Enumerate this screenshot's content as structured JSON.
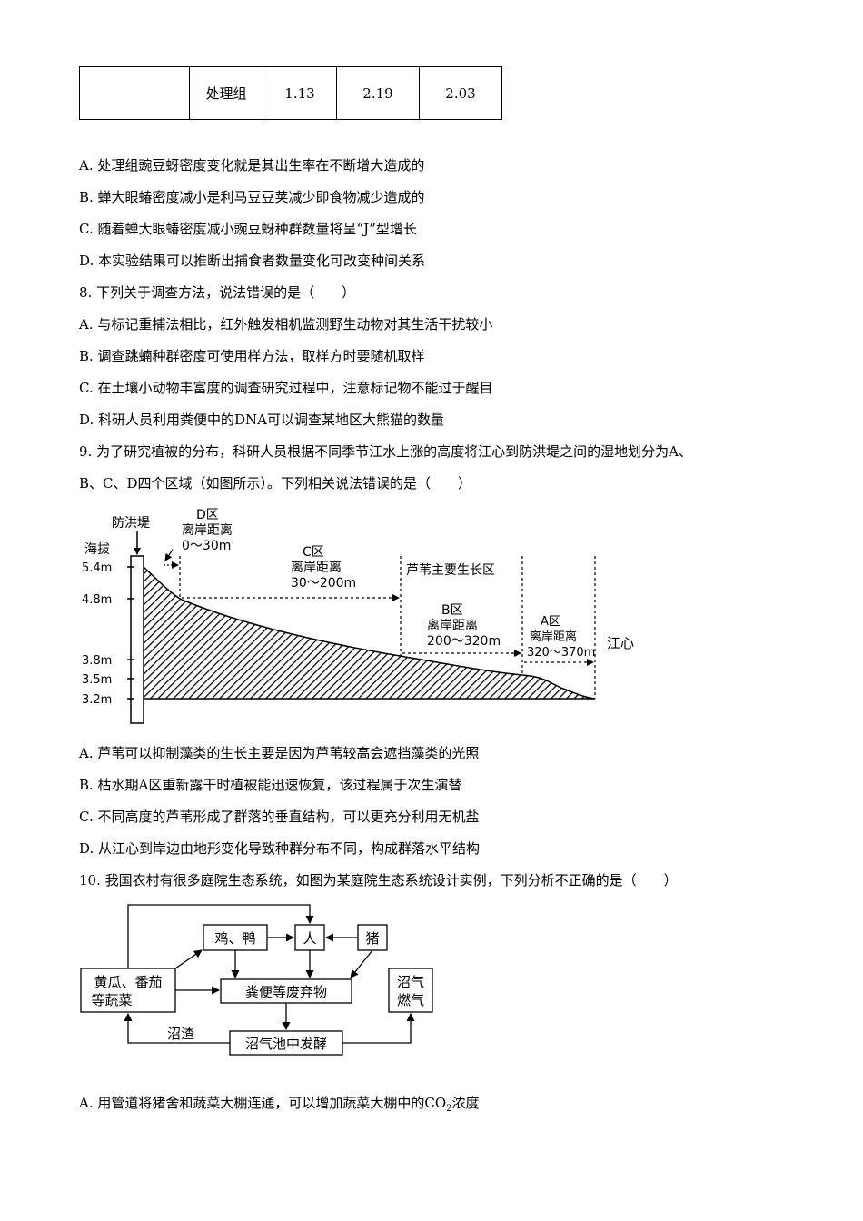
{
  "table": {
    "row": [
      "",
      "处理组",
      "1.13",
      "2.19",
      "2.03"
    ]
  },
  "q7_options": [
    "A. 处理组豌豆蚜密度变化就是其出生率在不断增大造成的",
    "B. 蝉大眼蝽密度减小是利马豆豆荚减少即食物减少造成的",
    "C. 随着蝉大眼蝽密度减小豌豆蚜种群数量将呈“J”型增长",
    "D. 本实验结果可以推断出捕食者数量变化可改变种间关系"
  ],
  "q8": {
    "stem": "8. 下列关于调查方法，说法错误的是（　　）",
    "options": [
      "A. 与标记重捕法相比，红外触发相机监测野生动物对其生活干扰较小",
      "B. 调查跳蝻种群密度可使用样方法，取样方时要随机取样",
      "C. 在土壤小动物丰富度的调查研究过程中，注意标记物不能过于醒目",
      "D. 科研人员利用粪便中的DNA可以调查某地区大熊猫的数量"
    ]
  },
  "q9": {
    "stem_line1": "9. 为了研究植被的分布，科研人员根据不同季节江水上涨的高度将江心到防洪堤之间的湿地划分为A、",
    "stem_line2": "B、C、D四个区域（如图所示）。下列相关说法错误的是（　　）",
    "figure": {
      "dike": "防洪堤",
      "altitude": "海拔",
      "levels": [
        "5.4m",
        "4.8m",
        "3.8m",
        "3.5m",
        "3.2m"
      ],
      "zone_d": [
        "D区",
        "离岸距离",
        "0～30m"
      ],
      "zone_c": [
        "C区",
        "离岸距离",
        "30～200m"
      ],
      "reed": "芦苇主要生长区",
      "zone_b": [
        "B区",
        "离岸距离",
        "200～320m"
      ],
      "zone_a": [
        "A区",
        "离岸距离",
        "320～370m"
      ],
      "river_center": "江心"
    },
    "options": [
      "A. 芦苇可以抑制藻类的生长主要是因为芦苇较高会遮挡藻类的光照",
      "B. 枯水期A区重新露干时植被能迅速恢复，该过程属于次生演替",
      "C. 不同高度的芦苇形成了群落的垂直结构，可以更充分利用无机盐",
      "D. 从江心到岸边由地形变化导致种群分布不同，构成群落水平结构"
    ]
  },
  "q10": {
    "stem": "10. 我国农村有很多庭院生态系统，如图为某庭院生态系统设计实例，下列分析不正确的是（　　）",
    "figure": {
      "chicken_duck": "鸡、鸭",
      "human": "人",
      "pig": "猪",
      "vegetables": [
        "黄瓜、番茄",
        "等蔬菜"
      ],
      "waste": "粪便等废弃物",
      "biogas_fuel": [
        "沼气",
        "燃气"
      ],
      "digester": "沼气池中发酵",
      "residue": "沼渣"
    },
    "option_a_prefix": "A. 用管道将猪舍和蔬菜大棚连通，可以增加蔬菜大棚中的CO",
    "option_a_sub": "2",
    "option_a_suffix": "浓度"
  }
}
